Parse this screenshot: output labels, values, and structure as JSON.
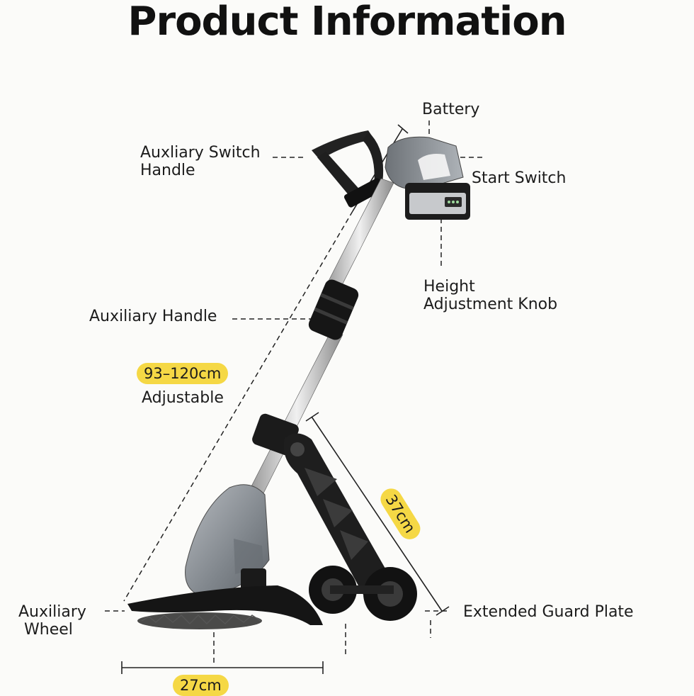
{
  "title": "Product Information",
  "labels": {
    "battery": "Battery",
    "aux_switch_handle_l1": "Auxliary Switch",
    "aux_switch_handle_l2": "Handle",
    "start_switch": "Start Switch",
    "height_knob_l1": "Height",
    "height_knob_l2": "Adjustment Knob",
    "aux_handle": "Auxiliary Handle",
    "adjustable": "Adjustable",
    "aux_wheel_l1": "Auxiliary",
    "aux_wheel_l2": "Wheel",
    "guard_plate": "Extended Guard Plate"
  },
  "dimensions": {
    "length_range": "93–120cm",
    "guard_length": "37cm",
    "cut_width": "27cm"
  },
  "colors": {
    "badge": "#f5d845",
    "body_gray": "#8d9298",
    "dark": "#1b1b1b"
  }
}
